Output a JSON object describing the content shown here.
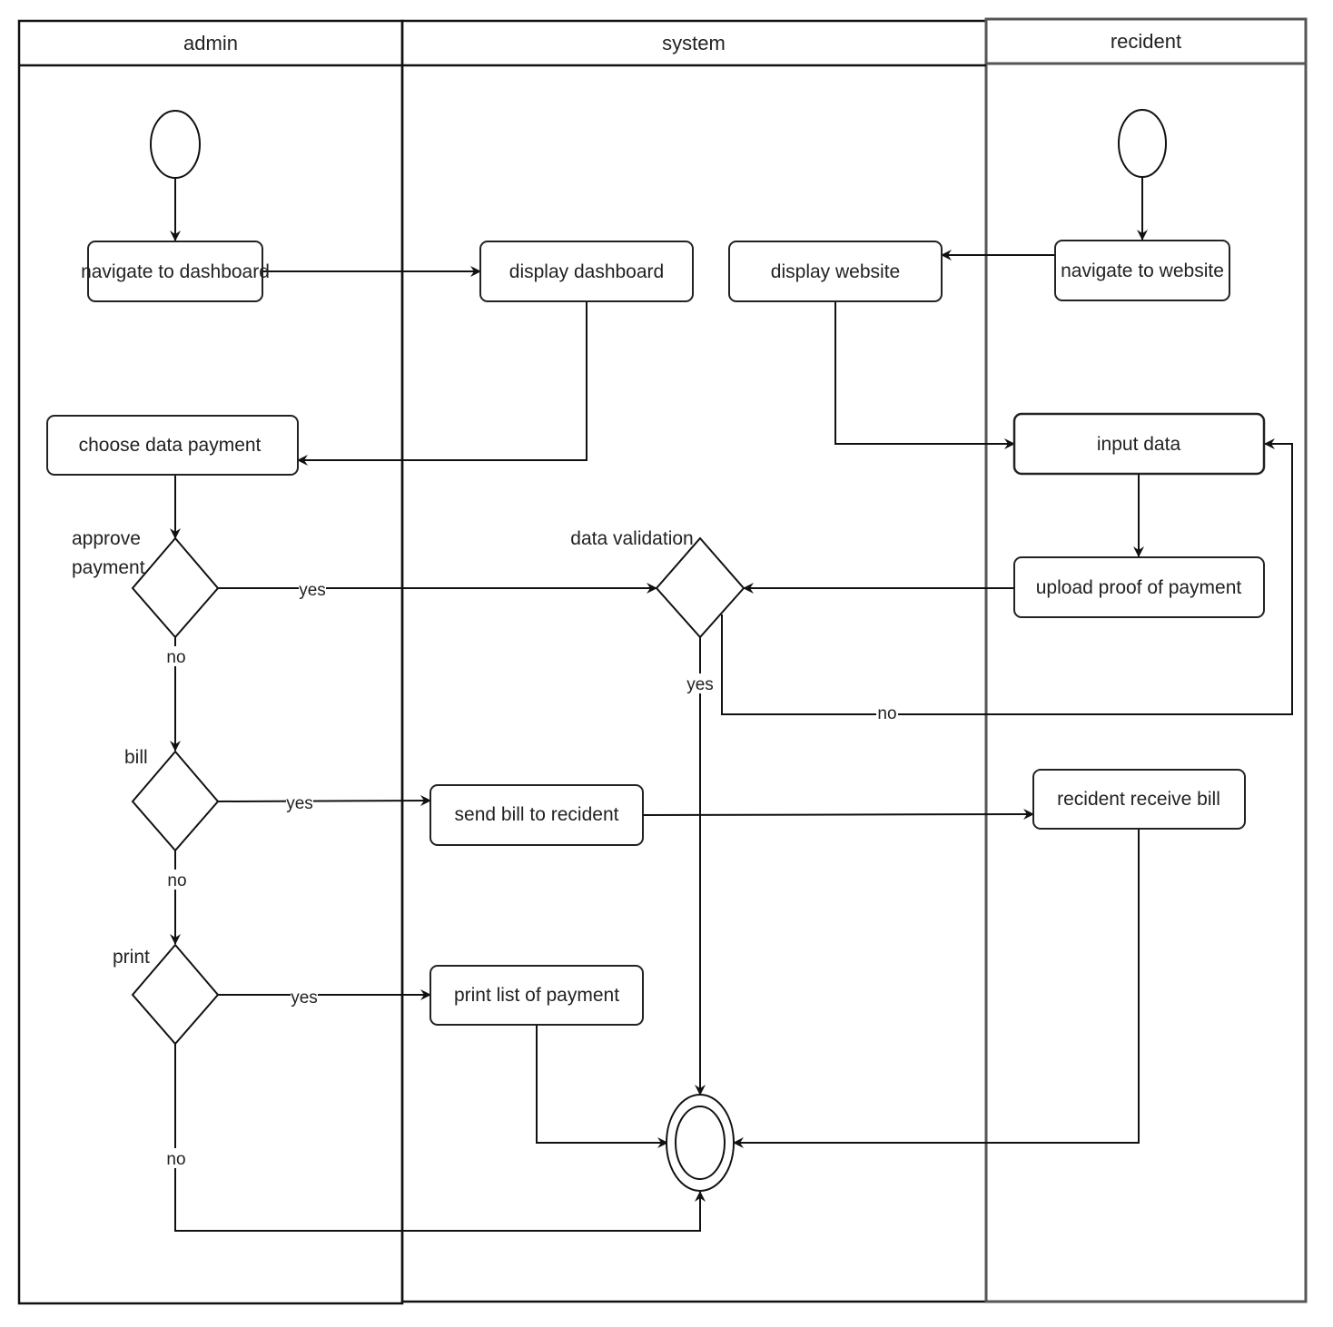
{
  "lanes": {
    "admin": "admin",
    "system": "system",
    "resident": "recident"
  },
  "nodes": {
    "navigate_dashboard": "navigate to dashboard",
    "display_dashboard": "display dashboard",
    "display_website": "display website",
    "navigate_website": "navigate to website",
    "choose_data_payment": "choose data payment",
    "input_data": "input data",
    "upload_proof": "upload proof of payment",
    "send_bill": "send bill to recident",
    "resident_receive_bill": "recident receive bill",
    "print_list": "print list of payment"
  },
  "decisions": {
    "approve_payment_line1": "approve",
    "approve_payment_line2": "payment",
    "data_validation": "data validation",
    "bill": "bill",
    "print": "print"
  },
  "edge_labels": {
    "approve_yes": "yes",
    "approve_no": "no",
    "validation_yes": "yes",
    "validation_no": "no",
    "bill_yes": "yes",
    "bill_no": "no",
    "print_yes": "yes",
    "print_no": "no"
  }
}
